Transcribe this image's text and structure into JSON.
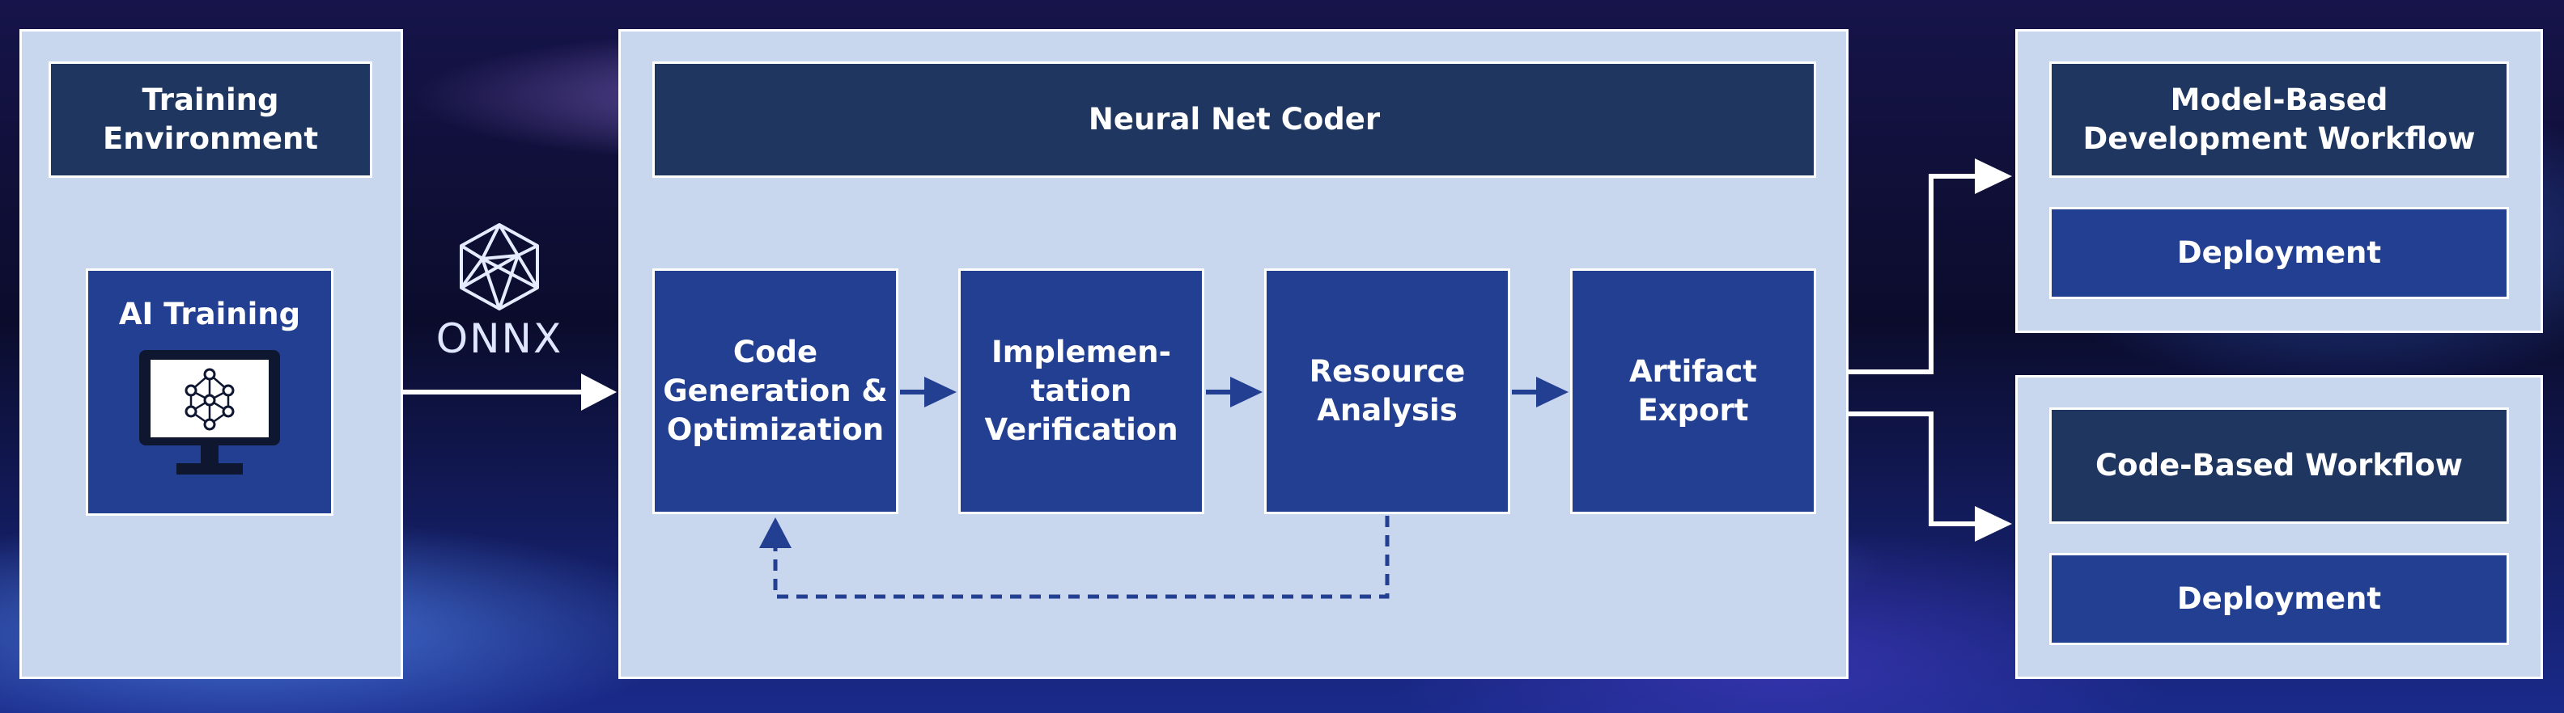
{
  "left": {
    "training_environment": "Training\nEnvironment",
    "ai_training": "AI Training"
  },
  "onnx": {
    "label": "ONNX",
    "icon": "onnx-logo-icon"
  },
  "center": {
    "title": "Neural Net Coder",
    "steps": [
      "Code\nGeneration &\nOptimization",
      "Implemen-\ntation\nVerification",
      "Resource\nAnalysis",
      "Artifact\nExport"
    ]
  },
  "right": {
    "model_based": "Model-Based\nDevelopment Workflow",
    "deployment_top": "Deployment",
    "code_based": "Code-Based Workflow",
    "deployment_bottom": "Deployment"
  },
  "colors": {
    "panel": "#c8d6ee",
    "dark_box": "#1e3660",
    "blue_box": "#233f91",
    "arrow": "#233f91",
    "connector": "#ffffff"
  }
}
